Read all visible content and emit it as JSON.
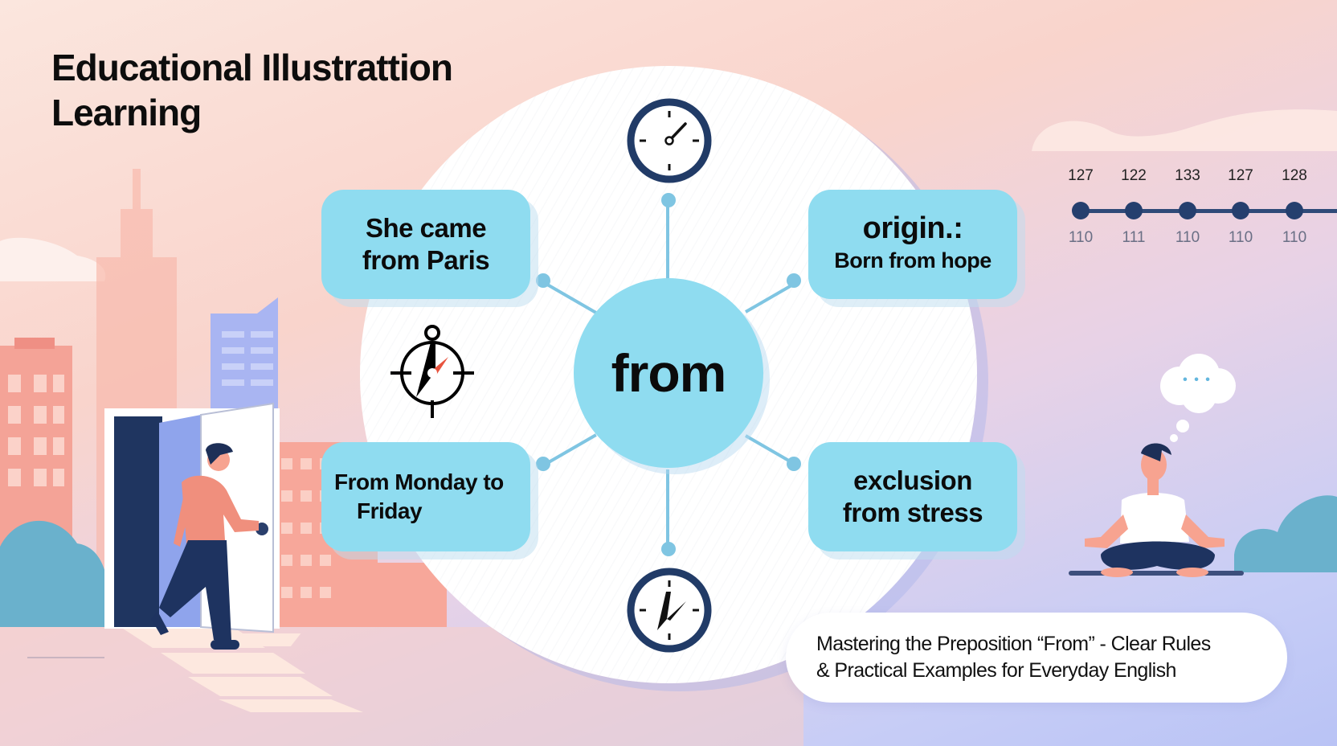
{
  "title": {
    "line1": "Educational Illustrattion",
    "line2": "Learning"
  },
  "hub": {
    "label": "from"
  },
  "cards": [
    {
      "id": "origin-place",
      "line1": "She came",
      "line2": "from Paris"
    },
    {
      "id": "origin",
      "line1": "origin.:",
      "line2": "Born from hope"
    },
    {
      "id": "time-range",
      "line1": "From Monday to",
      "line2": "Friday"
    },
    {
      "id": "exclusion",
      "line1": "exclusion",
      "line2": "from stress"
    }
  ],
  "icons": {
    "top": "clock-icon",
    "bottom": "clock-icon",
    "left": "compass-icon",
    "thought": "thought-bubble-icon"
  },
  "thought_bubble": {
    "text": "• • •"
  },
  "timeline": {
    "top_values": [
      "127",
      "122",
      "133",
      "127",
      "128"
    ],
    "bottom_values": [
      "110",
      "111",
      "110",
      "110",
      "110"
    ]
  },
  "caption": {
    "line1": "Mastering the Preposition “From” - Clear Rules",
    "line2": "& Practical Examples for Everyday English"
  },
  "colors": {
    "accent": "#8fdcf0",
    "connector": "#7fc5e2",
    "navy": "#253f6e",
    "compass_needle": "#e8543f"
  }
}
